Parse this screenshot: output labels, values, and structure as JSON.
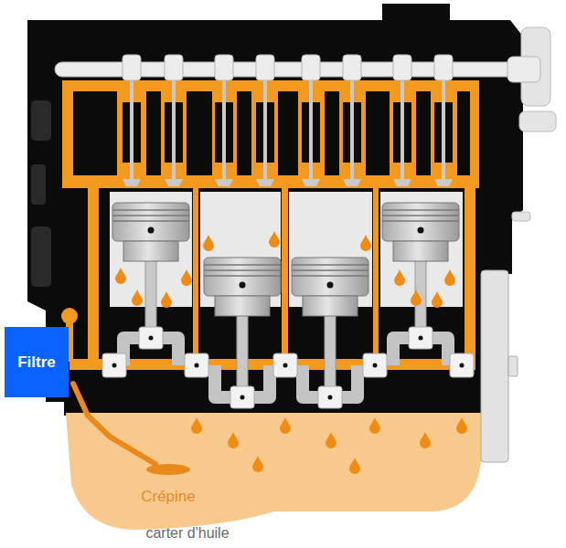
{
  "diagram": {
    "nodes": [
      {
        "text": [
          "Filtre"
        ]
      }
    ],
    "labels": [
      "Crépine",
      "carter d'huile"
    ]
  }
}
